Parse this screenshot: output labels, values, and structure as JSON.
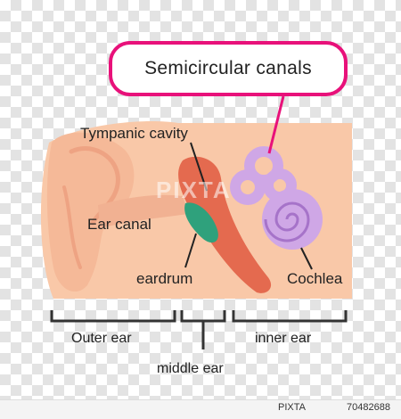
{
  "title": "Semicircular canals",
  "labels": {
    "tympanic_cavity": "Tympanic cavity",
    "ear_canal": "Ear canal",
    "eardrum": "eardrum",
    "cochlea": "Cochlea",
    "outer_ear": "Outer ear",
    "middle_ear": "middle ear",
    "inner_ear": "inner ear"
  },
  "watermark": "PIXTA",
  "footer": {
    "id": "70482688"
  },
  "colors": {
    "skin": "#f9c8a8",
    "skin_dark": "#eea383",
    "canal": "#e46a4f",
    "eardrum": "#2fa17c",
    "inner_ear": "#cfa7e6",
    "inner_ear_line": "#a673c9",
    "pointer": "#e8117a",
    "bracket": "#333333"
  }
}
